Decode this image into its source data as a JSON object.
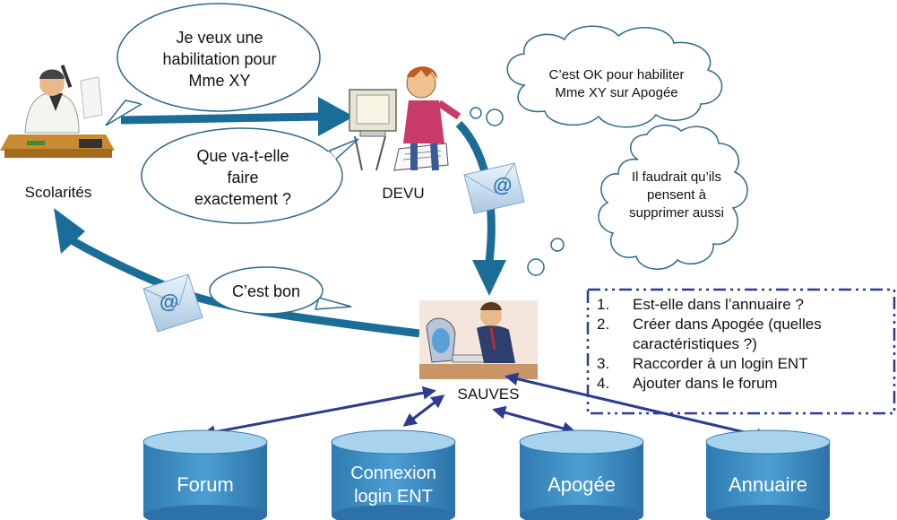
{
  "actors": {
    "scolarites": "Scolarités",
    "devu": "DEVU",
    "sauves": "SAUVES"
  },
  "bubbles": {
    "request": "Je veux une habilitation pour Mme XY",
    "question": "Que va-t-elle faire exactement ?",
    "ok_thought": "C’est OK pour habiliter Mme XY sur Apogée",
    "delete_thought": "Il faudrait qu’ils pensent à supprimer aussi",
    "done": "C’est bon"
  },
  "steps": [
    {
      "num": "1.",
      "text": "Est-elle dans l’annuaire ?"
    },
    {
      "num": "2.",
      "text": "Créer dans Apogée (quelles caractéristiques ?)"
    },
    {
      "num": "3.",
      "text": "Raccorder à un login ENT"
    },
    {
      "num": "4.",
      "text": "Ajouter dans le forum"
    }
  ],
  "databases": [
    "Forum",
    "Connexion login ENT",
    "Apogée",
    "Annuaire"
  ],
  "mail_symbol": "@",
  "colors": {
    "arrow": "#1a6d96",
    "db_top": "#a9d3ec",
    "db_body": "#3c8cc2",
    "link": "#2e3b8f",
    "bubble_stroke": "#2d6a8a",
    "box_border": "#2e3b8f"
  }
}
